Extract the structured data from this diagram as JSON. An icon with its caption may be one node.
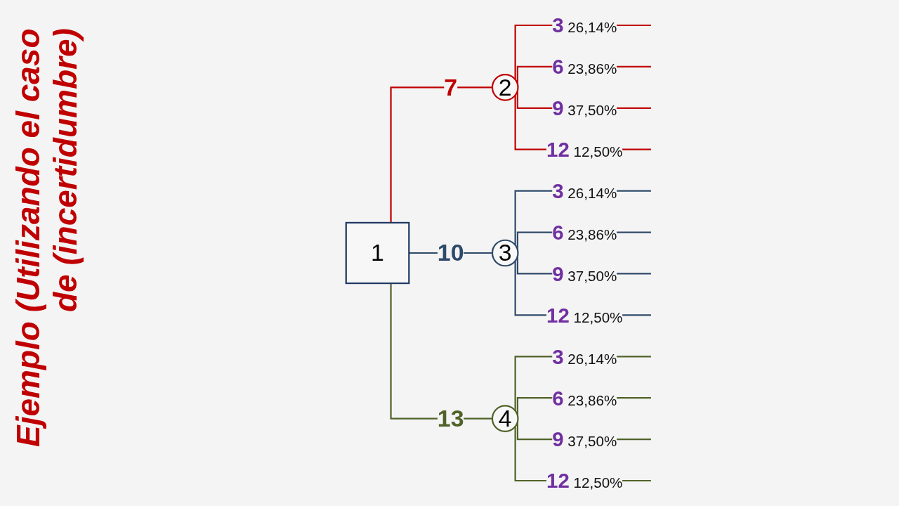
{
  "diagram": {
    "title": "Ejemplo (Utilizando el caso de (incertidumbre)",
    "nodes": [
      {
        "text": [
          "1"
        ]
      },
      {
        "text": [
          "2"
        ]
      },
      {
        "text": [
          "3"
        ]
      },
      {
        "text": [
          "4"
        ]
      }
    ],
    "edges": [
      {
        "from": 0,
        "to": 1,
        "arrow": "none",
        "label": "7",
        "color": "#c00000"
      },
      {
        "from": 0,
        "to": 2,
        "arrow": "none",
        "label": "10",
        "color": "#2f4a6a"
      },
      {
        "from": 0,
        "to": 3,
        "arrow": "none",
        "label": "13",
        "color": "#4f6228"
      },
      {
        "from": 1,
        "to": null,
        "arrow": "none",
        "label": "3 26,14%",
        "color": "#c00000"
      },
      {
        "from": 1,
        "to": null,
        "arrow": "none",
        "label": "6 23,86%",
        "color": "#c00000"
      },
      {
        "from": 1,
        "to": null,
        "arrow": "none",
        "label": "9 37,50%",
        "color": "#c00000"
      },
      {
        "from": 1,
        "to": null,
        "arrow": "none",
        "label": "12 12,50%",
        "color": "#c00000"
      },
      {
        "from": 2,
        "to": null,
        "arrow": "none",
        "label": "3 26,14%",
        "color": "#2f4a6a"
      },
      {
        "from": 2,
        "to": null,
        "arrow": "none",
        "label": "6 23,86%",
        "color": "#2f4a6a"
      },
      {
        "from": 2,
        "to": null,
        "arrow": "none",
        "label": "9 37,50%",
        "color": "#2f4a6a"
      },
      {
        "from": 2,
        "to": null,
        "arrow": "none",
        "label": "12 12,50%",
        "color": "#2f4a6a"
      },
      {
        "from": 3,
        "to": null,
        "arrow": "none",
        "label": "3 26,14%",
        "color": "#4f6228"
      },
      {
        "from": 3,
        "to": null,
        "arrow": "none",
        "label": "6 23,86%",
        "color": "#4f6228"
      },
      {
        "from": 3,
        "to": null,
        "arrow": "none",
        "label": "9 37,50%",
        "color": "#4f6228"
      },
      {
        "from": 3,
        "to": null,
        "arrow": "none",
        "label": "12 12,50%",
        "color": "#4f6228"
      }
    ]
  }
}
